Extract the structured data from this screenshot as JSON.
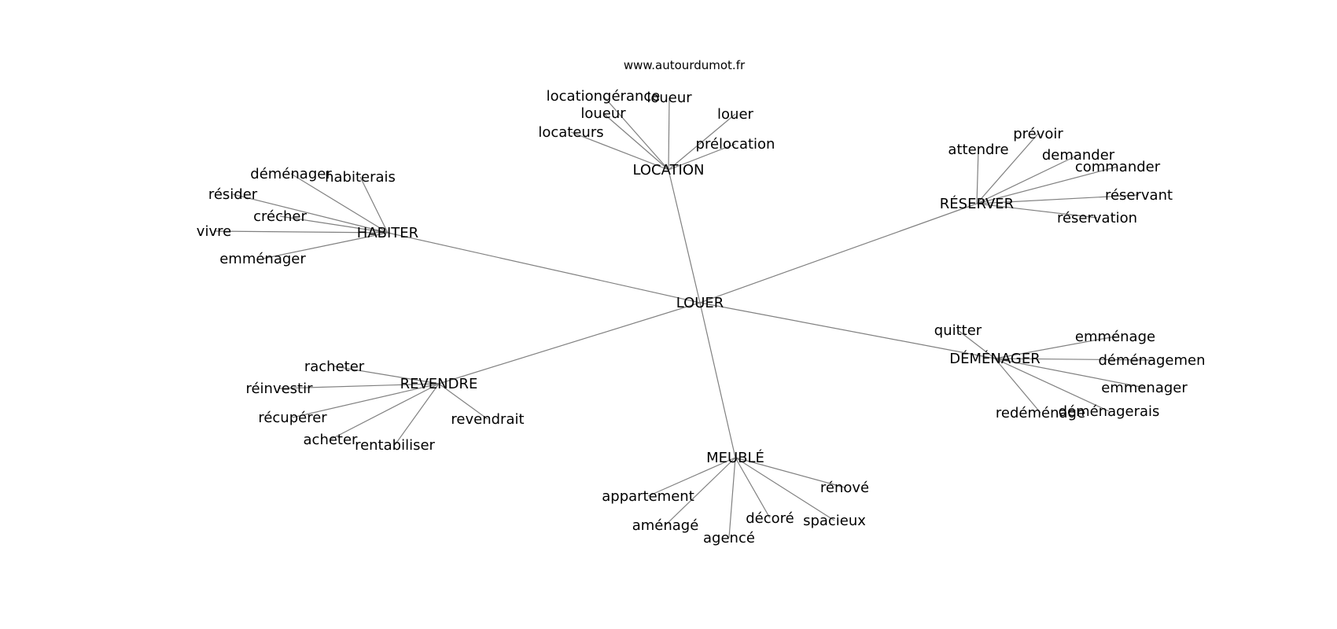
{
  "site": "www.autourdumot.fr",
  "colors": {
    "edge": "#808080",
    "text": "#000000",
    "background": "#ffffff"
  },
  "center": "LOUER",
  "hubs": [
    {
      "id": "LOCATION",
      "leaves": [
        "locationgérance",
        "loueur",
        "loueur",
        "louer",
        "locateurs",
        "prélocation"
      ]
    },
    {
      "id": "RÉSERVER",
      "leaves": [
        "prévoir",
        "attendre",
        "demander",
        "commander",
        "réservant",
        "réservation"
      ]
    },
    {
      "id": "HABITER",
      "leaves": [
        "déménager",
        "habiterais",
        "résider",
        "crécher",
        "vivre",
        "emménager"
      ]
    },
    {
      "id": "DÉMÉNAGER",
      "leaves": [
        "quitter",
        "emménage",
        "déménagement",
        "emmenager",
        "redéménage",
        "déménagerais"
      ]
    },
    {
      "id": "REVENDRE",
      "leaves": [
        "racheter",
        "réinvestir",
        "récupérer",
        "revendrait",
        "acheter",
        "rentabiliser"
      ]
    },
    {
      "id": "MEUBLÉ",
      "leaves": [
        "rénové",
        "appartement",
        "aménagé",
        "décoré",
        "spacieux",
        "agencé"
      ]
    }
  ]
}
